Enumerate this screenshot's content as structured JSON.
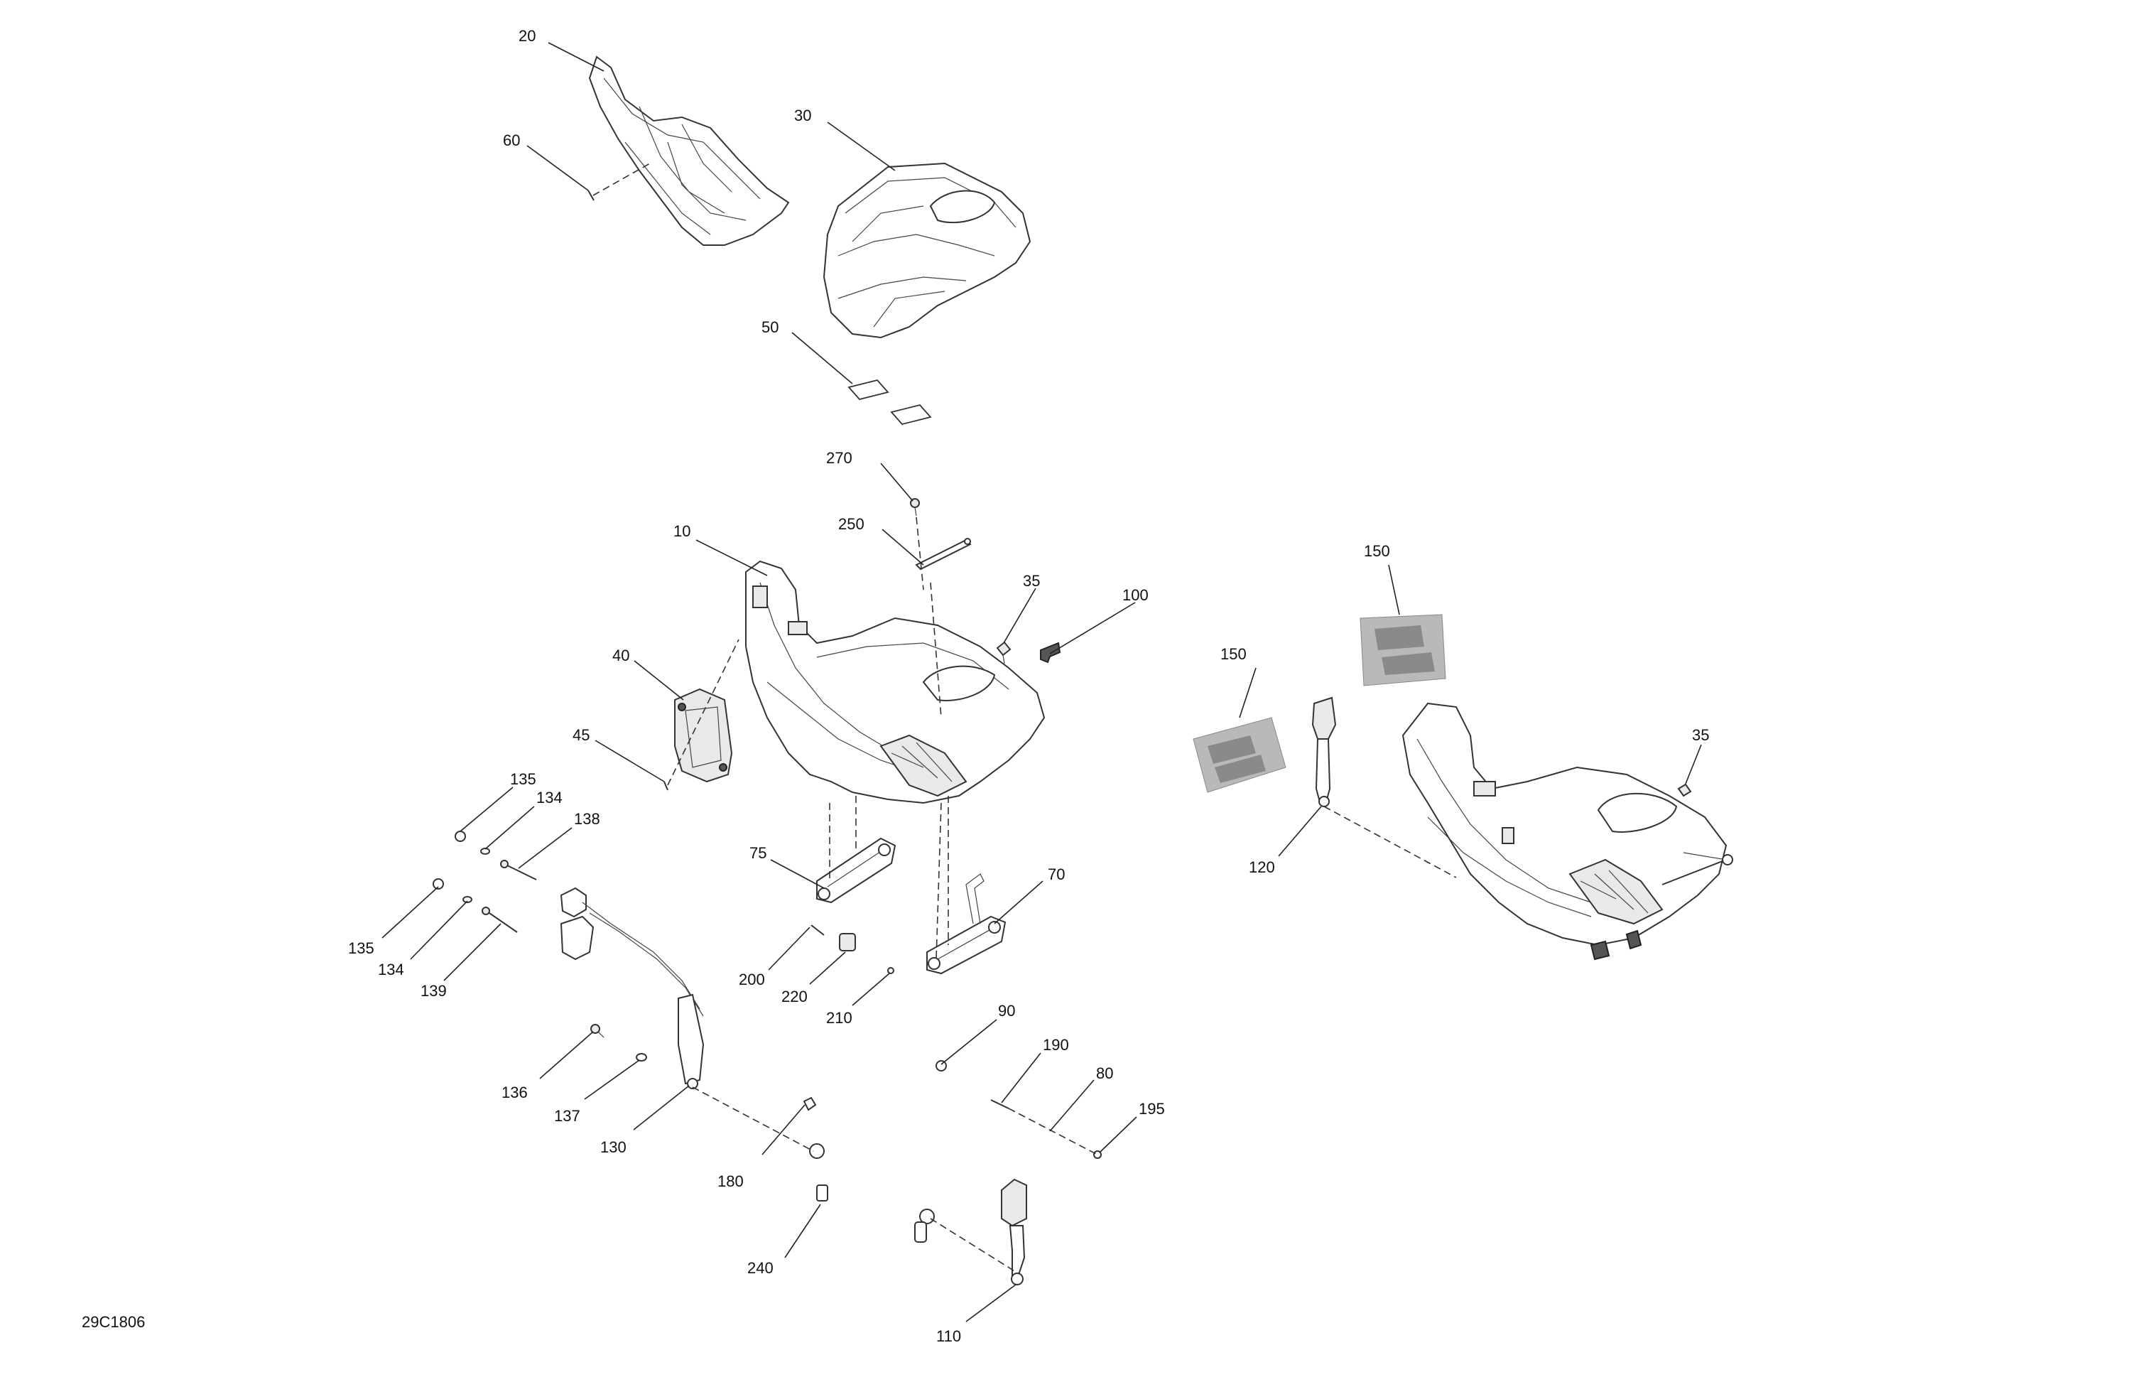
{
  "diagram": {
    "reference_code": "29C1806",
    "callouts": [
      {
        "id": "c20",
        "label": "20"
      },
      {
        "id": "c60",
        "label": "60"
      },
      {
        "id": "c30",
        "label": "30"
      },
      {
        "id": "c50",
        "label": "50"
      },
      {
        "id": "c270",
        "label": "270"
      },
      {
        "id": "c250",
        "label": "250"
      },
      {
        "id": "c10",
        "label": "10"
      },
      {
        "id": "c35a",
        "label": "35"
      },
      {
        "id": "c100",
        "label": "100"
      },
      {
        "id": "c40",
        "label": "40"
      },
      {
        "id": "c45",
        "label": "45"
      },
      {
        "id": "c135a",
        "label": "135"
      },
      {
        "id": "c134a",
        "label": "134"
      },
      {
        "id": "c138",
        "label": "138"
      },
      {
        "id": "c135b",
        "label": "135"
      },
      {
        "id": "c134b",
        "label": "134"
      },
      {
        "id": "c139",
        "label": "139"
      },
      {
        "id": "c75",
        "label": "75"
      },
      {
        "id": "c70",
        "label": "70"
      },
      {
        "id": "c200",
        "label": "200"
      },
      {
        "id": "c220",
        "label": "220"
      },
      {
        "id": "c210",
        "label": "210"
      },
      {
        "id": "c90",
        "label": "90"
      },
      {
        "id": "c190",
        "label": "190"
      },
      {
        "id": "c80",
        "label": "80"
      },
      {
        "id": "c195",
        "label": "195"
      },
      {
        "id": "c136",
        "label": "136"
      },
      {
        "id": "c137",
        "label": "137"
      },
      {
        "id": "c130",
        "label": "130"
      },
      {
        "id": "c180",
        "label": "180"
      },
      {
        "id": "c240",
        "label": "240"
      },
      {
        "id": "c110",
        "label": "110"
      },
      {
        "id": "c150a",
        "label": "150"
      },
      {
        "id": "c150b",
        "label": "150"
      },
      {
        "id": "c120",
        "label": "120"
      },
      {
        "id": "c35b",
        "label": "35"
      }
    ]
  }
}
